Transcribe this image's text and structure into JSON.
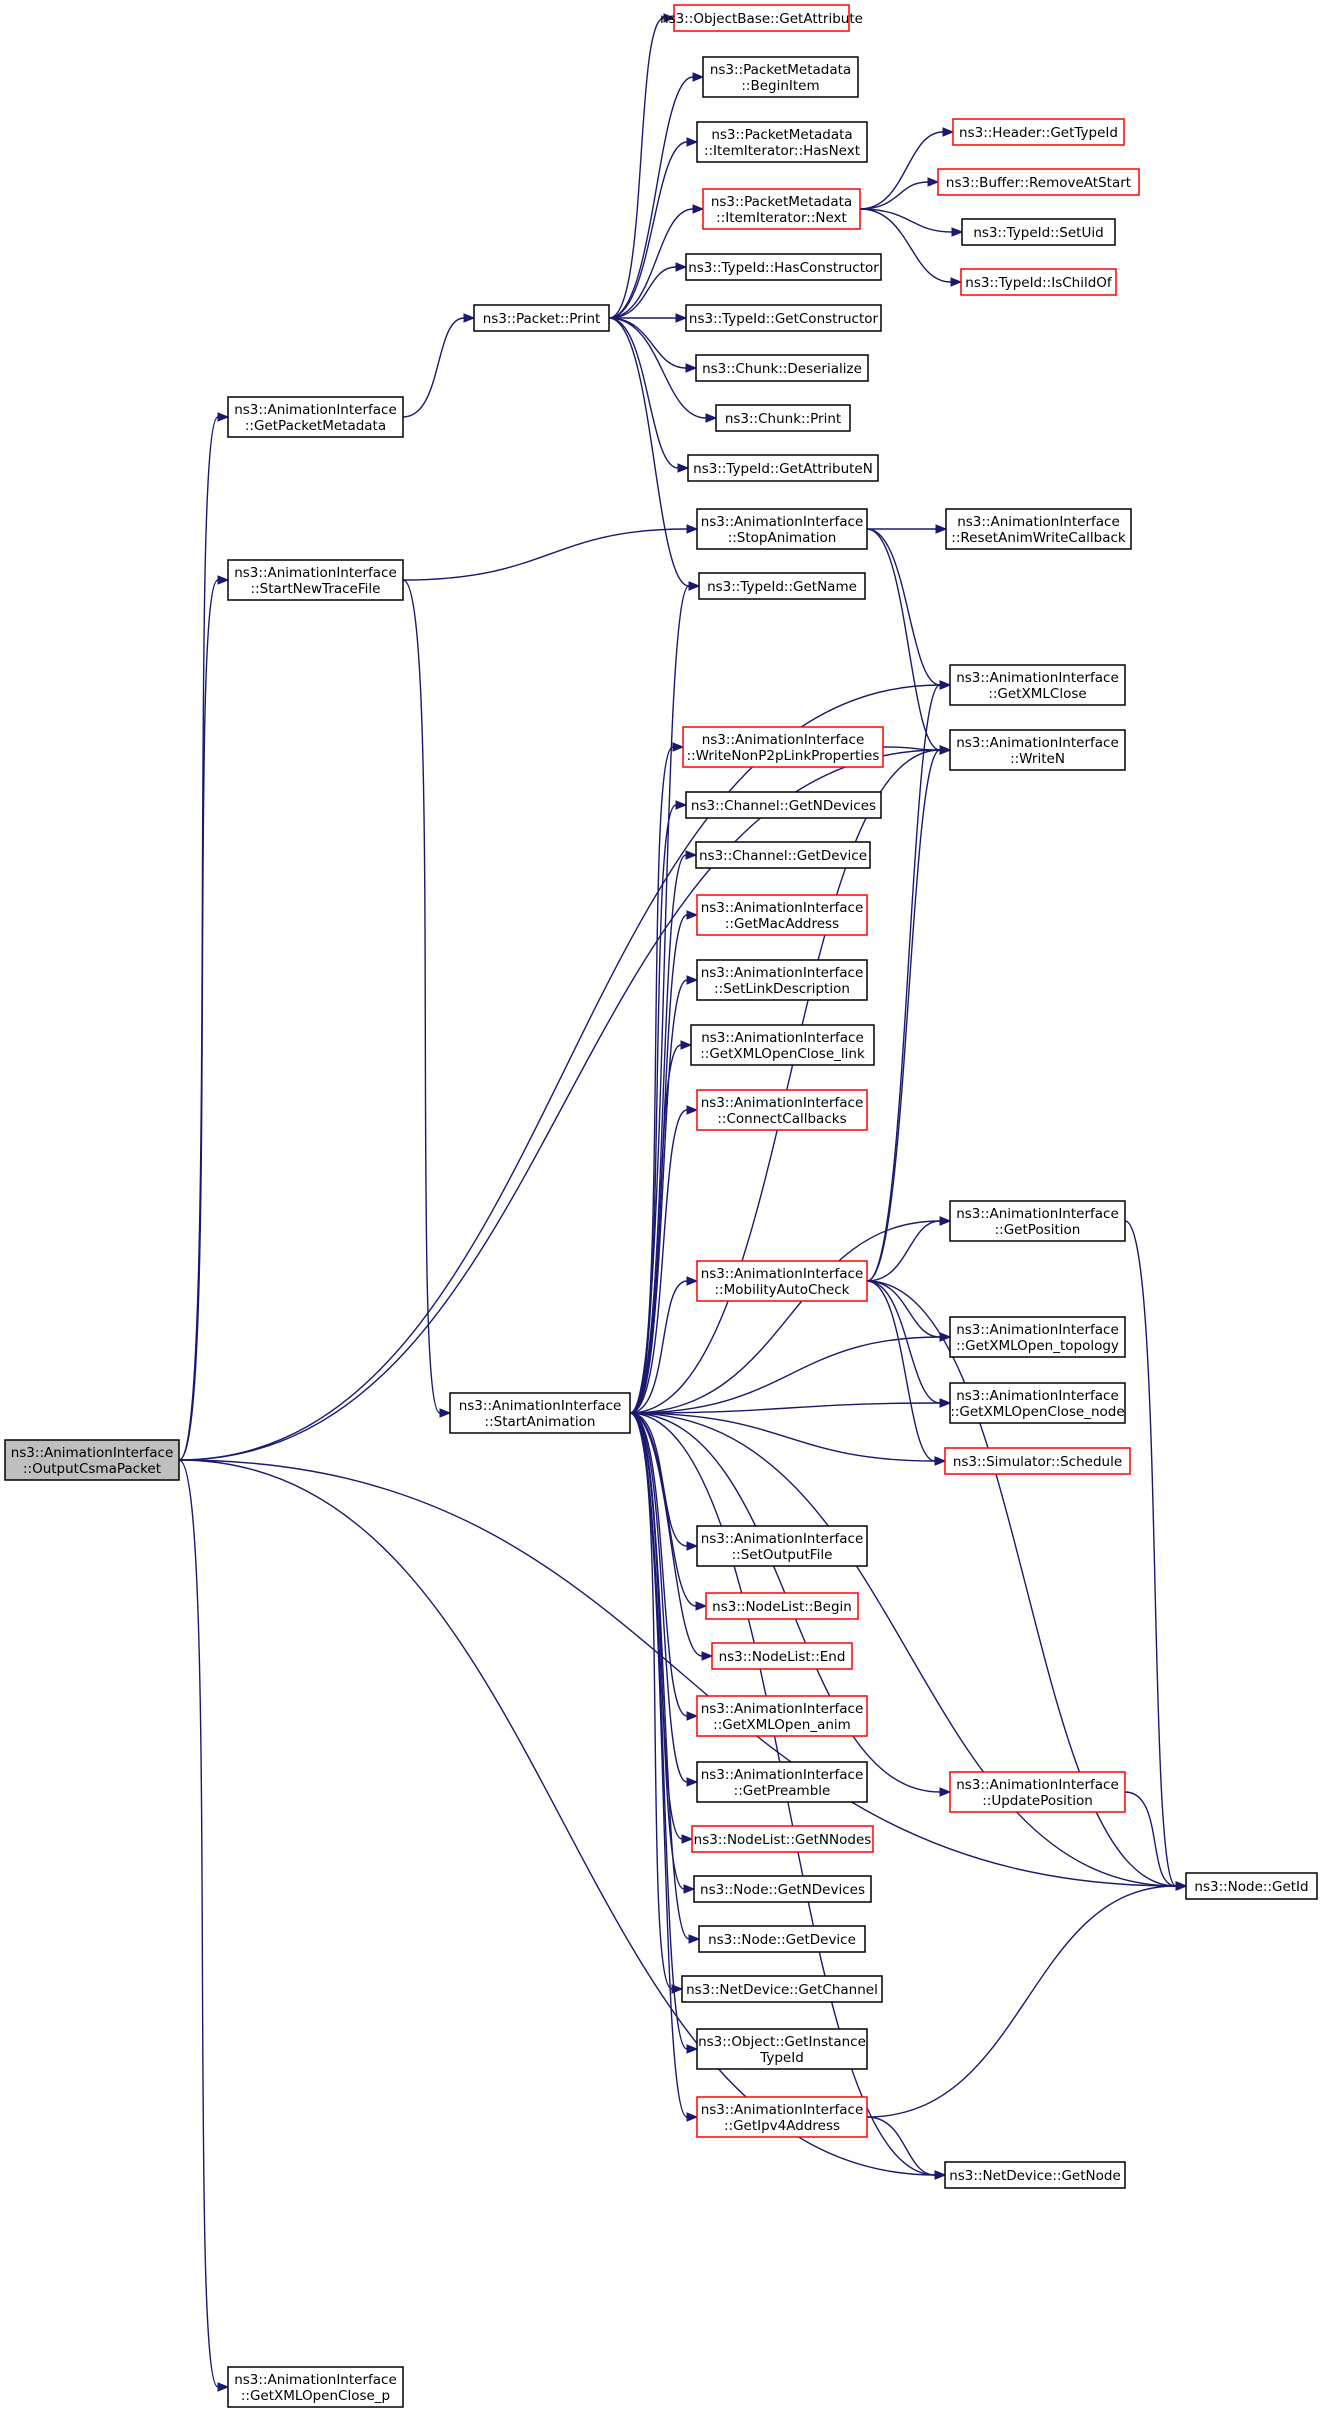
{
  "colors": {
    "edge": "#191970",
    "node_border": "#000000",
    "node_border_truncated": "#ff0000",
    "root_fill": "#bfbfbf",
    "background": "#ffffff"
  },
  "nodes": [
    {
      "id": "root",
      "lines": [
        "ns3::AnimationInterface",
        "::OutputCsmaPacket"
      ],
      "style": "root"
    },
    {
      "id": "getPacketMetadata",
      "lines": [
        "ns3::AnimationInterface",
        "::GetPacketMetadata"
      ],
      "style": "black"
    },
    {
      "id": "startNewTraceFile",
      "lines": [
        "ns3::AnimationInterface",
        "::StartNewTraceFile"
      ],
      "style": "black"
    },
    {
      "id": "getXMLOpenCloseP",
      "lines": [
        "ns3::AnimationInterface",
        "::GetXMLOpenClose_p"
      ],
      "style": "black"
    },
    {
      "id": "packetPrint",
      "lines": [
        "ns3::Packet::Print"
      ],
      "style": "black"
    },
    {
      "id": "startAnimation",
      "lines": [
        "ns3::AnimationInterface",
        "::StartAnimation"
      ],
      "style": "black"
    },
    {
      "id": "objGetAttr",
      "lines": [
        "ns3::ObjectBase::GetAttribute"
      ],
      "style": "red"
    },
    {
      "id": "pmBeginItem",
      "lines": [
        "ns3::PacketMetadata",
        "::BeginItem"
      ],
      "style": "black"
    },
    {
      "id": "pmHasNext",
      "lines": [
        "ns3::PacketMetadata",
        "::ItemIterator::HasNext"
      ],
      "style": "black"
    },
    {
      "id": "pmNext",
      "lines": [
        "ns3::PacketMetadata",
        "::ItemIterator::Next"
      ],
      "style": "red"
    },
    {
      "id": "tidHasCtor",
      "lines": [
        "ns3::TypeId::HasConstructor"
      ],
      "style": "black"
    },
    {
      "id": "tidGetCtor",
      "lines": [
        "ns3::TypeId::GetConstructor"
      ],
      "style": "black"
    },
    {
      "id": "chunkDeser",
      "lines": [
        "ns3::Chunk::Deserialize"
      ],
      "style": "black"
    },
    {
      "id": "chunkPrint",
      "lines": [
        "ns3::Chunk::Print"
      ],
      "style": "black"
    },
    {
      "id": "tidGetAttrN",
      "lines": [
        "ns3::TypeId::GetAttributeN"
      ],
      "style": "black"
    },
    {
      "id": "stopAnim",
      "lines": [
        "ns3::AnimationInterface",
        "::StopAnimation"
      ],
      "style": "black"
    },
    {
      "id": "tidGetName",
      "lines": [
        "ns3::TypeId::GetName"
      ],
      "style": "black"
    },
    {
      "id": "writeNonP2p",
      "lines": [
        "ns3::AnimationInterface",
        "::WriteNonP2pLinkProperties"
      ],
      "style": "red"
    },
    {
      "id": "chanGetNDev",
      "lines": [
        "ns3::Channel::GetNDevices"
      ],
      "style": "black"
    },
    {
      "id": "chanGetDev",
      "lines": [
        "ns3::Channel::GetDevice"
      ],
      "style": "black"
    },
    {
      "id": "getMac",
      "lines": [
        "ns3::AnimationInterface",
        "::GetMacAddress"
      ],
      "style": "red"
    },
    {
      "id": "setLinkDesc",
      "lines": [
        "ns3::AnimationInterface",
        "::SetLinkDescription"
      ],
      "style": "black"
    },
    {
      "id": "xmlLink",
      "lines": [
        "ns3::AnimationInterface",
        "::GetXMLOpenClose_link"
      ],
      "style": "black"
    },
    {
      "id": "connectCb",
      "lines": [
        "ns3::AnimationInterface",
        "::ConnectCallbacks"
      ],
      "style": "red"
    },
    {
      "id": "mobility",
      "lines": [
        "ns3::AnimationInterface",
        "::MobilityAutoCheck"
      ],
      "style": "red"
    },
    {
      "id": "setOutFile",
      "lines": [
        "ns3::AnimationInterface",
        "::SetOutputFile"
      ],
      "style": "black"
    },
    {
      "id": "nlBegin",
      "lines": [
        "ns3::NodeList::Begin"
      ],
      "style": "red"
    },
    {
      "id": "nlEnd",
      "lines": [
        "ns3::NodeList::End"
      ],
      "style": "red"
    },
    {
      "id": "xmlAnim",
      "lines": [
        "ns3::AnimationInterface",
        "::GetXMLOpen_anim"
      ],
      "style": "red"
    },
    {
      "id": "preamble",
      "lines": [
        "ns3::AnimationInterface",
        "::GetPreamble"
      ],
      "style": "black"
    },
    {
      "id": "nlNNodes",
      "lines": [
        "ns3::NodeList::GetNNodes"
      ],
      "style": "red"
    },
    {
      "id": "nodeNDev",
      "lines": [
        "ns3::Node::GetNDevices"
      ],
      "style": "black"
    },
    {
      "id": "nodeGetDev",
      "lines": [
        "ns3::Node::GetDevice"
      ],
      "style": "black"
    },
    {
      "id": "ndGetChan",
      "lines": [
        "ns3::NetDevice::GetChannel"
      ],
      "style": "black"
    },
    {
      "id": "objInstTid",
      "lines": [
        "ns3::Object::GetInstance",
        "TypeId"
      ],
      "style": "black"
    },
    {
      "id": "getIpv4",
      "lines": [
        "ns3::AnimationInterface",
        "::GetIpv4Address"
      ],
      "style": "red"
    },
    {
      "id": "hdrTid",
      "lines": [
        "ns3::Header::GetTypeId"
      ],
      "style": "red"
    },
    {
      "id": "bufRemove",
      "lines": [
        "ns3::Buffer::RemoveAtStart"
      ],
      "style": "red"
    },
    {
      "id": "tidSetUid",
      "lines": [
        "ns3::TypeId::SetUid"
      ],
      "style": "black"
    },
    {
      "id": "tidIsChild",
      "lines": [
        "ns3::TypeId::IsChildOf"
      ],
      "style": "red"
    },
    {
      "id": "resetAnimCb",
      "lines": [
        "ns3::AnimationInterface",
        "::ResetAnimWriteCallback"
      ],
      "style": "black"
    },
    {
      "id": "xmlClose",
      "lines": [
        "ns3::AnimationInterface",
        "::GetXMLClose"
      ],
      "style": "black"
    },
    {
      "id": "writeN",
      "lines": [
        "ns3::AnimationInterface",
        "::WriteN"
      ],
      "style": "black"
    },
    {
      "id": "getPos",
      "lines": [
        "ns3::AnimationInterface",
        "::GetPosition"
      ],
      "style": "black"
    },
    {
      "id": "xmlTopo",
      "lines": [
        "ns3::AnimationInterface",
        "::GetXMLOpen_topology"
      ],
      "style": "black"
    },
    {
      "id": "xmlNode",
      "lines": [
        "ns3::AnimationInterface",
        "::GetXMLOpenClose_node"
      ],
      "style": "black"
    },
    {
      "id": "simSched",
      "lines": [
        "ns3::Simulator::Schedule"
      ],
      "style": "red"
    },
    {
      "id": "updatePos",
      "lines": [
        "ns3::AnimationInterface",
        "::UpdatePosition"
      ],
      "style": "red"
    },
    {
      "id": "ndGetNode",
      "lines": [
        "ns3::NetDevice::GetNode"
      ],
      "style": "black"
    },
    {
      "id": "nodeGetId",
      "lines": [
        "ns3::Node::GetId"
      ],
      "style": "black"
    }
  ],
  "edges": [
    [
      "root",
      "getPacketMetadata"
    ],
    [
      "root",
      "startNewTraceFile"
    ],
    [
      "root",
      "getXMLOpenCloseP"
    ],
    [
      "root",
      "xmlClose"
    ],
    [
      "root",
      "writeN"
    ],
    [
      "root",
      "ndGetNode"
    ],
    [
      "root",
      "nodeGetId"
    ],
    [
      "getPacketMetadata",
      "packetPrint"
    ],
    [
      "packetPrint",
      "objGetAttr"
    ],
    [
      "packetPrint",
      "pmBeginItem"
    ],
    [
      "packetPrint",
      "pmHasNext"
    ],
    [
      "packetPrint",
      "pmNext"
    ],
    [
      "packetPrint",
      "tidHasCtor"
    ],
    [
      "packetPrint",
      "tidGetCtor"
    ],
    [
      "packetPrint",
      "chunkDeser"
    ],
    [
      "packetPrint",
      "chunkPrint"
    ],
    [
      "packetPrint",
      "tidGetAttrN"
    ],
    [
      "packetPrint",
      "tidGetName"
    ],
    [
      "pmNext",
      "hdrTid"
    ],
    [
      "pmNext",
      "bufRemove"
    ],
    [
      "pmNext",
      "tidSetUid"
    ],
    [
      "pmNext",
      "tidIsChild"
    ],
    [
      "startNewTraceFile",
      "stopAnim"
    ],
    [
      "startNewTraceFile",
      "startAnimation"
    ],
    [
      "stopAnim",
      "resetAnimCb"
    ],
    [
      "stopAnim",
      "xmlClose"
    ],
    [
      "stopAnim",
      "writeN"
    ],
    [
      "startAnimation",
      "tidGetName"
    ],
    [
      "startAnimation",
      "writeNonP2p"
    ],
    [
      "startAnimation",
      "chanGetNDev"
    ],
    [
      "startAnimation",
      "chanGetDev"
    ],
    [
      "startAnimation",
      "getMac"
    ],
    [
      "startAnimation",
      "setLinkDesc"
    ],
    [
      "startAnimation",
      "xmlLink"
    ],
    [
      "startAnimation",
      "connectCb"
    ],
    [
      "startAnimation",
      "writeN"
    ],
    [
      "startAnimation",
      "getPos"
    ],
    [
      "startAnimation",
      "mobility"
    ],
    [
      "startAnimation",
      "xmlTopo"
    ],
    [
      "startAnimation",
      "xmlNode"
    ],
    [
      "startAnimation",
      "simSched"
    ],
    [
      "startAnimation",
      "updatePos"
    ],
    [
      "startAnimation",
      "setOutFile"
    ],
    [
      "startAnimation",
      "nlBegin"
    ],
    [
      "startAnimation",
      "nlEnd"
    ],
    [
      "startAnimation",
      "xmlAnim"
    ],
    [
      "startAnimation",
      "preamble"
    ],
    [
      "startAnimation",
      "nlNNodes"
    ],
    [
      "startAnimation",
      "nodeNDev"
    ],
    [
      "startAnimation",
      "nodeGetDev"
    ],
    [
      "startAnimation",
      "ndGetChan"
    ],
    [
      "startAnimation",
      "objInstTid"
    ],
    [
      "startAnimation",
      "getIpv4"
    ],
    [
      "startAnimation",
      "ndGetNode"
    ],
    [
      "startAnimation",
      "nodeGetId"
    ],
    [
      "writeNonP2p",
      "writeN"
    ],
    [
      "mobility",
      "xmlClose"
    ],
    [
      "mobility",
      "writeN"
    ],
    [
      "mobility",
      "getPos"
    ],
    [
      "mobility",
      "xmlTopo"
    ],
    [
      "mobility",
      "xmlNode"
    ],
    [
      "mobility",
      "simSched"
    ],
    [
      "mobility",
      "nodeGetId"
    ],
    [
      "getPos",
      "nodeGetId"
    ],
    [
      "updatePos",
      "nodeGetId"
    ],
    [
      "getIpv4",
      "ndGetNode"
    ],
    [
      "getIpv4",
      "nodeGetId"
    ]
  ]
}
